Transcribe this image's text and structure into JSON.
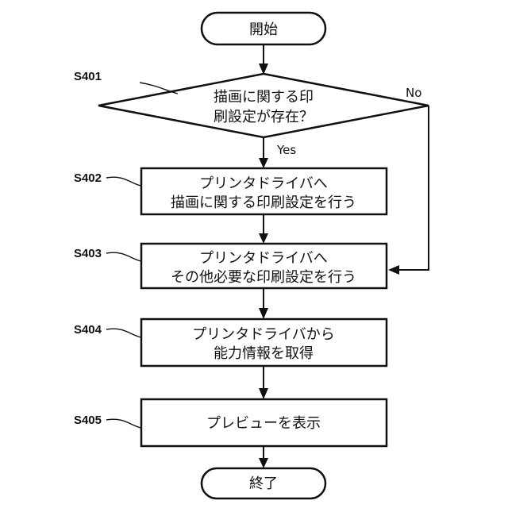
{
  "start_label": "開始",
  "end_label": "終了",
  "decision": {
    "step_id": "S401",
    "line1": "描画に関する印",
    "line2": "刷設定が存在？",
    "yes_label": "Yes",
    "no_label": "No"
  },
  "steps": [
    {
      "id": "S402",
      "line1": "プリンタドライバへ",
      "line2": "描画に関する印刷設定を行う"
    },
    {
      "id": "S403",
      "line1": "プリンタドライバへ",
      "line2": "その他必要な印刷設定を行う"
    },
    {
      "id": "S404",
      "line1": "プリンタドライバから",
      "line2": "能力情報を取得"
    },
    {
      "id": "S405",
      "line1": "プレビューを表示",
      "line2": ""
    }
  ]
}
